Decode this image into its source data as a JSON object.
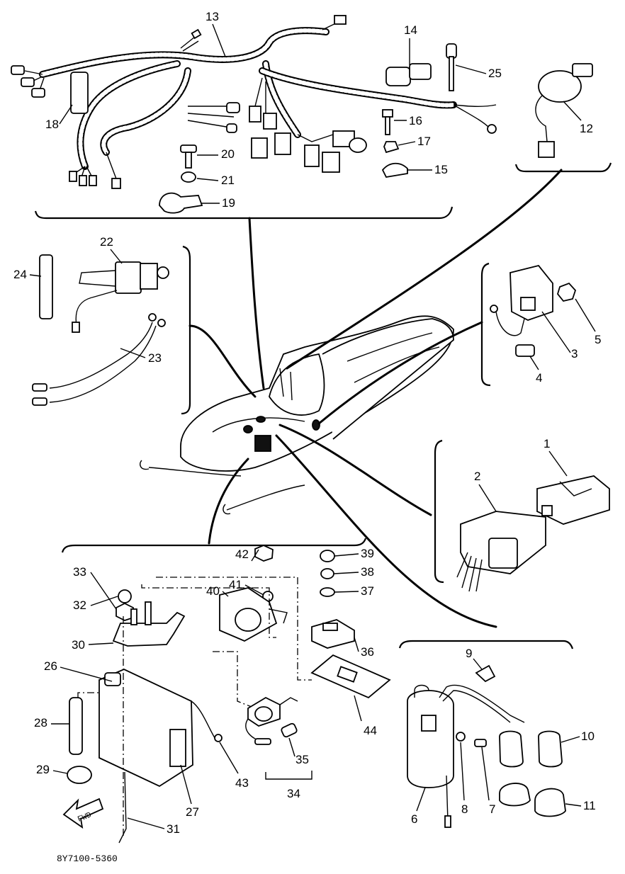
{
  "diagram": {
    "code": "8Y7100-5360",
    "callouts": [
      "1",
      "2",
      "3",
      "4",
      "5",
      "6",
      "7",
      "8",
      "9",
      "10",
      "11",
      "12",
      "13",
      "14",
      "15",
      "16",
      "17",
      "18",
      "19",
      "20",
      "21",
      "22",
      "23",
      "24",
      "25",
      "26",
      "27",
      "28",
      "29",
      "30",
      "31",
      "32",
      "33",
      "34",
      "35",
      "36",
      "37",
      "38",
      "39",
      "40",
      "41",
      "42",
      "43",
      "44"
    ],
    "fwd_label": "FWD"
  }
}
